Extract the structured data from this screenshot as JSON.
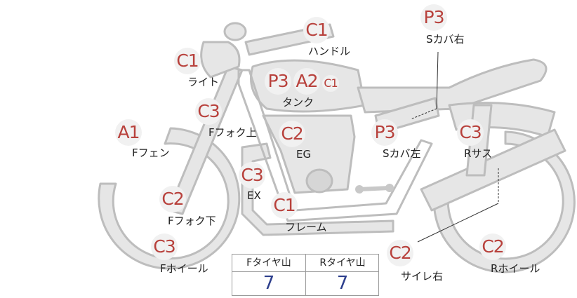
{
  "parts": [
    {
      "id": "handle",
      "grade": "C1",
      "label": "ハンドル"
    },
    {
      "id": "light",
      "grade": "C1",
      "label": "ライト"
    },
    {
      "id": "tank",
      "grades": [
        "P3",
        "A2",
        "C1"
      ],
      "label": "タンク"
    },
    {
      "id": "f-fork-upper",
      "grade": "C3",
      "label": "Fフォク上"
    },
    {
      "id": "f-fender",
      "grade": "A1",
      "label": "Fフェン"
    },
    {
      "id": "engine",
      "grade": "C2",
      "label": "EG"
    },
    {
      "id": "exhaust",
      "grade": "C3",
      "label": "EX"
    },
    {
      "id": "f-fork-lower",
      "grade": "C2",
      "label": "Fフォク下"
    },
    {
      "id": "frame",
      "grade": "C1",
      "label": "フレーム"
    },
    {
      "id": "f-wheel",
      "grade": "C3",
      "label": "Fホイール"
    },
    {
      "id": "s-cover-right",
      "grade": "P3",
      "label": "Sカバ右"
    },
    {
      "id": "s-cover-left",
      "grade": "P3",
      "label": "Sカバ左"
    },
    {
      "id": "r-suspension",
      "grade": "C3",
      "label": "Rサス"
    },
    {
      "id": "silencer-right",
      "grade": "C2",
      "label": "サイレ右"
    },
    {
      "id": "r-wheel",
      "grade": "C2",
      "label": "Rホイール"
    }
  ],
  "tread": {
    "front_header": "Fタイヤ山",
    "rear_header": "Rタイヤ山",
    "front_value": "7",
    "rear_value": "7"
  },
  "colors": {
    "grade": "#b8413c",
    "value": "#2c3e8c",
    "outline": "#bdbdbd",
    "fill": "#e6e6e6"
  }
}
